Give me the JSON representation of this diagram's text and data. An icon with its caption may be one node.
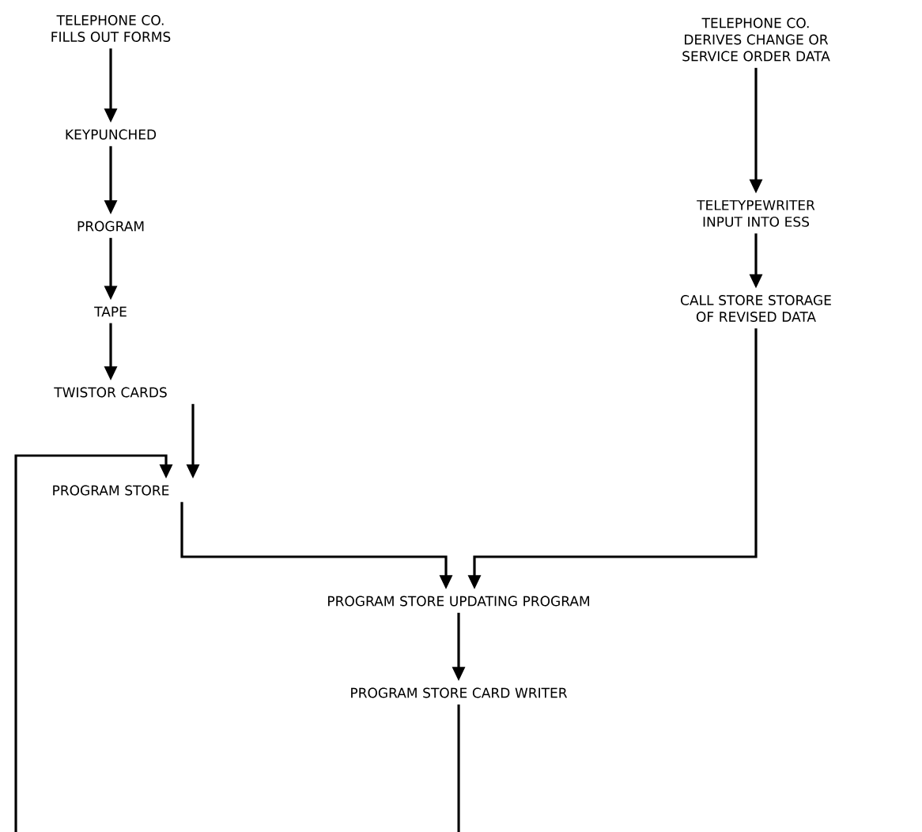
{
  "diagram": {
    "nodes": [
      {
        "text": [
          "TELEPHONE CO. FILLS OUT FORMS"
        ]
      },
      {
        "text": [
          "KEYPUNCHED"
        ]
      },
      {
        "text": [
          "PROGRAM"
        ]
      },
      {
        "text": [
          "TAPE"
        ]
      },
      {
        "text": [
          "TWISTOR CARDS"
        ]
      },
      {
        "text": [
          "PROGRAM STORE"
        ]
      },
      {
        "text": [
          "TELEPHONE CO. DERIVES CHANGE OR SERVICE ORDER DATA"
        ]
      },
      {
        "text": [
          "TELETYPEWRITER INPUT INTO ESS"
        ]
      },
      {
        "text": [
          "CALL STORE STORAGE OF REVISED DATA"
        ]
      },
      {
        "text": [
          "PROGRAM STORE UPDATING PROGRAM"
        ]
      },
      {
        "text": [
          "PROGRAM STORE CARD WRITER"
        ]
      }
    ],
    "edges": [
      {
        "from": 0,
        "to": 1,
        "arrow": "to"
      },
      {
        "from": 1,
        "to": 2,
        "arrow": "to"
      },
      {
        "from": 2,
        "to": 3,
        "arrow": "to"
      },
      {
        "from": 3,
        "to": 4,
        "arrow": "to"
      },
      {
        "from": 4,
        "to": 5,
        "arrow": "to"
      },
      {
        "from": 6,
        "to": 7,
        "arrow": "to"
      },
      {
        "from": 7,
        "to": 8,
        "arrow": "to"
      },
      {
        "from": 5,
        "to": 9,
        "arrow": "to"
      },
      {
        "from": 8,
        "to": 9,
        "arrow": "to"
      },
      {
        "from": 9,
        "to": 10,
        "arrow": "to"
      },
      {
        "from": 10,
        "to": null,
        "arrow": "none"
      },
      {
        "from": null,
        "to": 5,
        "arrow": "to"
      }
    ]
  }
}
